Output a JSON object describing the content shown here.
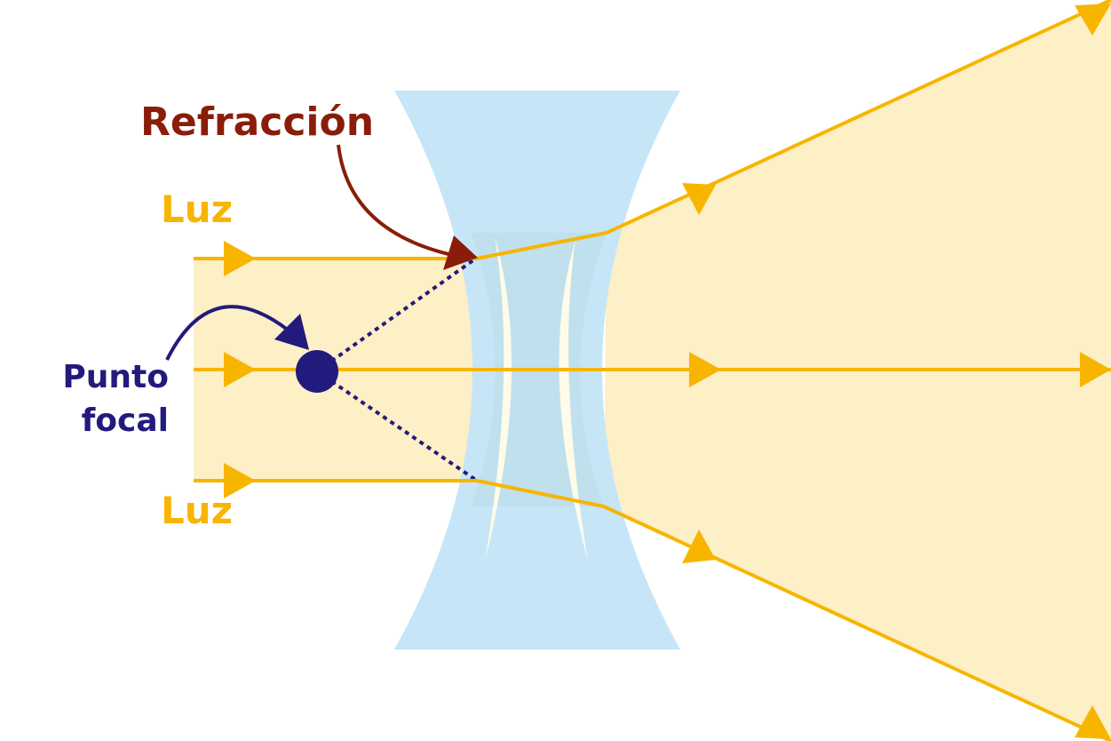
{
  "labels": {
    "refraction": "Refracción",
    "light_top": "Luz",
    "light_bottom": "Luz",
    "focal_point_line1": "Punto",
    "focal_point_line2": "focal"
  },
  "colors": {
    "light_ray": "#f7b500",
    "light_beam_fill": "#fdefc6",
    "lens_fill": "#c6e6f8",
    "lens_inner": "#bfe0ec",
    "lens_highlight": "#fefbe8",
    "refraction_label": "#8a1d0a",
    "focal_point": "#231a7d",
    "background": "#ffffff"
  },
  "lens_type": "concave (diverging) lens"
}
